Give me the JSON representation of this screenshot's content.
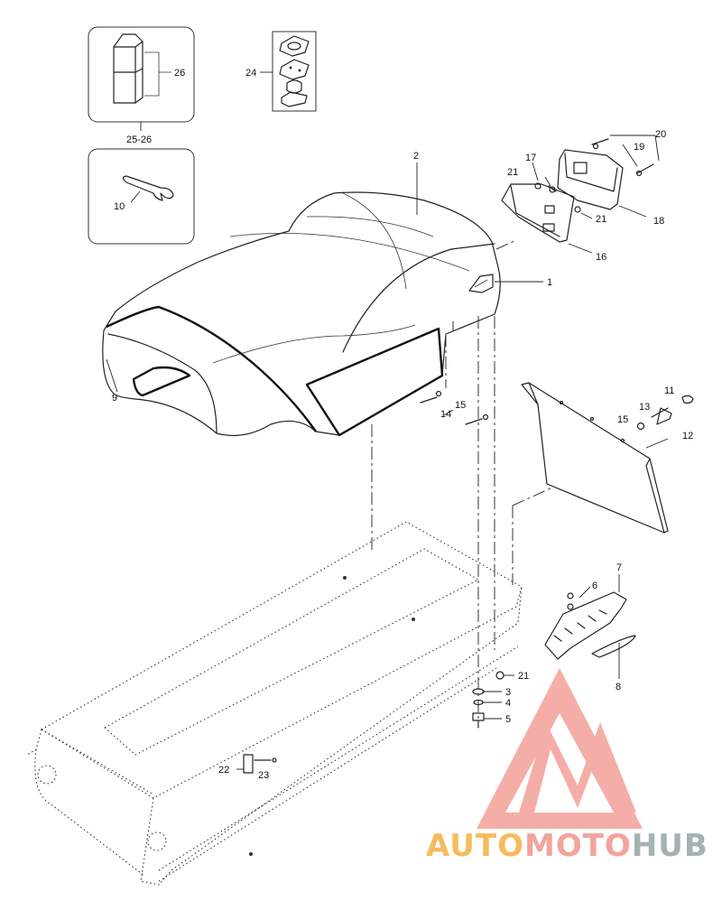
{
  "callouts": {
    "n1": "1",
    "n2": "2",
    "n3": "3",
    "n4": "4",
    "n5": "5",
    "n6": "6",
    "n7": "7",
    "n8": "8",
    "n9": "9",
    "n10": "10",
    "n11": "11",
    "n12": "12",
    "n13": "13",
    "n14": "14",
    "n15a": "15",
    "n15b": "15",
    "n16": "16",
    "n17": "17",
    "n18": "18",
    "n19": "19",
    "n20": "20",
    "n21a": "21",
    "n21b": "21",
    "n21c": "21",
    "n22": "22",
    "n23": "23",
    "n24": "24",
    "n25_26": "25-26",
    "n26": "26"
  },
  "watermark": {
    "part1": "AUTO",
    "part2": "MOTO",
    "part3": "HUB",
    "color_orange": "#f5b041",
    "color_red": "#f1948a",
    "color_gray": "#95a5a6"
  }
}
